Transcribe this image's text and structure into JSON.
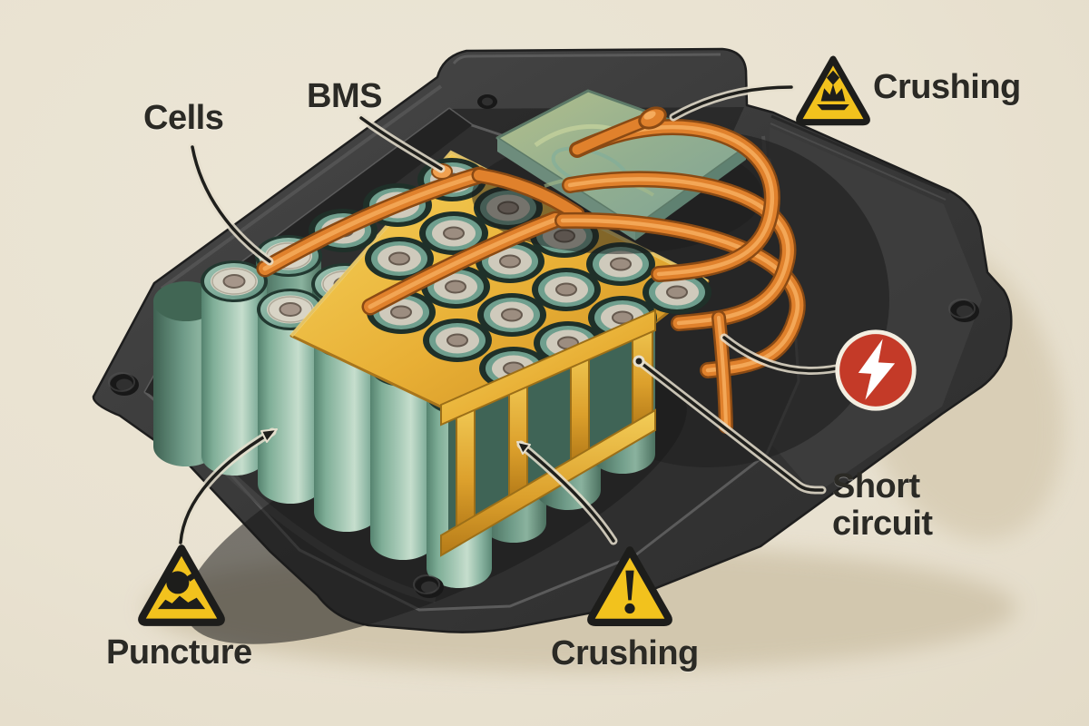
{
  "labels": {
    "cells": "Cells",
    "bms": "BMS",
    "crushing_top": "Crushing",
    "short_circuit": "Short circuit",
    "puncture": "Puncture",
    "crushing_bottom": "Crushing"
  },
  "icons": {
    "crushing_top": "crush-hazard-warning-triangle",
    "puncture": "puncture-hazard-warning-triangle",
    "crushing_bottom": "exclamation-warning-triangle",
    "short_circuit": "lightning-bolt-red-circle"
  },
  "colors": {
    "background": "#E9E2D1",
    "case_dark": "#343434",
    "cell_teal": "#8FB9A8",
    "holder_gold": "#E2A93C",
    "wire_orange": "#DE7F2B",
    "bms_board_green": "#8FA989",
    "warning_yellow": "#F2C21D",
    "hazard_red": "#C43A28",
    "label_text": "#2B2A25"
  }
}
